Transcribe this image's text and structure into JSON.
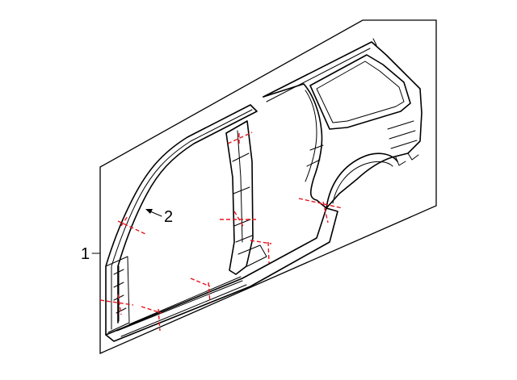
{
  "diagram": {
    "callouts": [
      {
        "id": "1",
        "label": "1"
      },
      {
        "id": "2",
        "label": "2"
      }
    ],
    "colors": {
      "line": "#000000",
      "cut_line": "#e8141e",
      "background": "#ffffff"
    }
  }
}
